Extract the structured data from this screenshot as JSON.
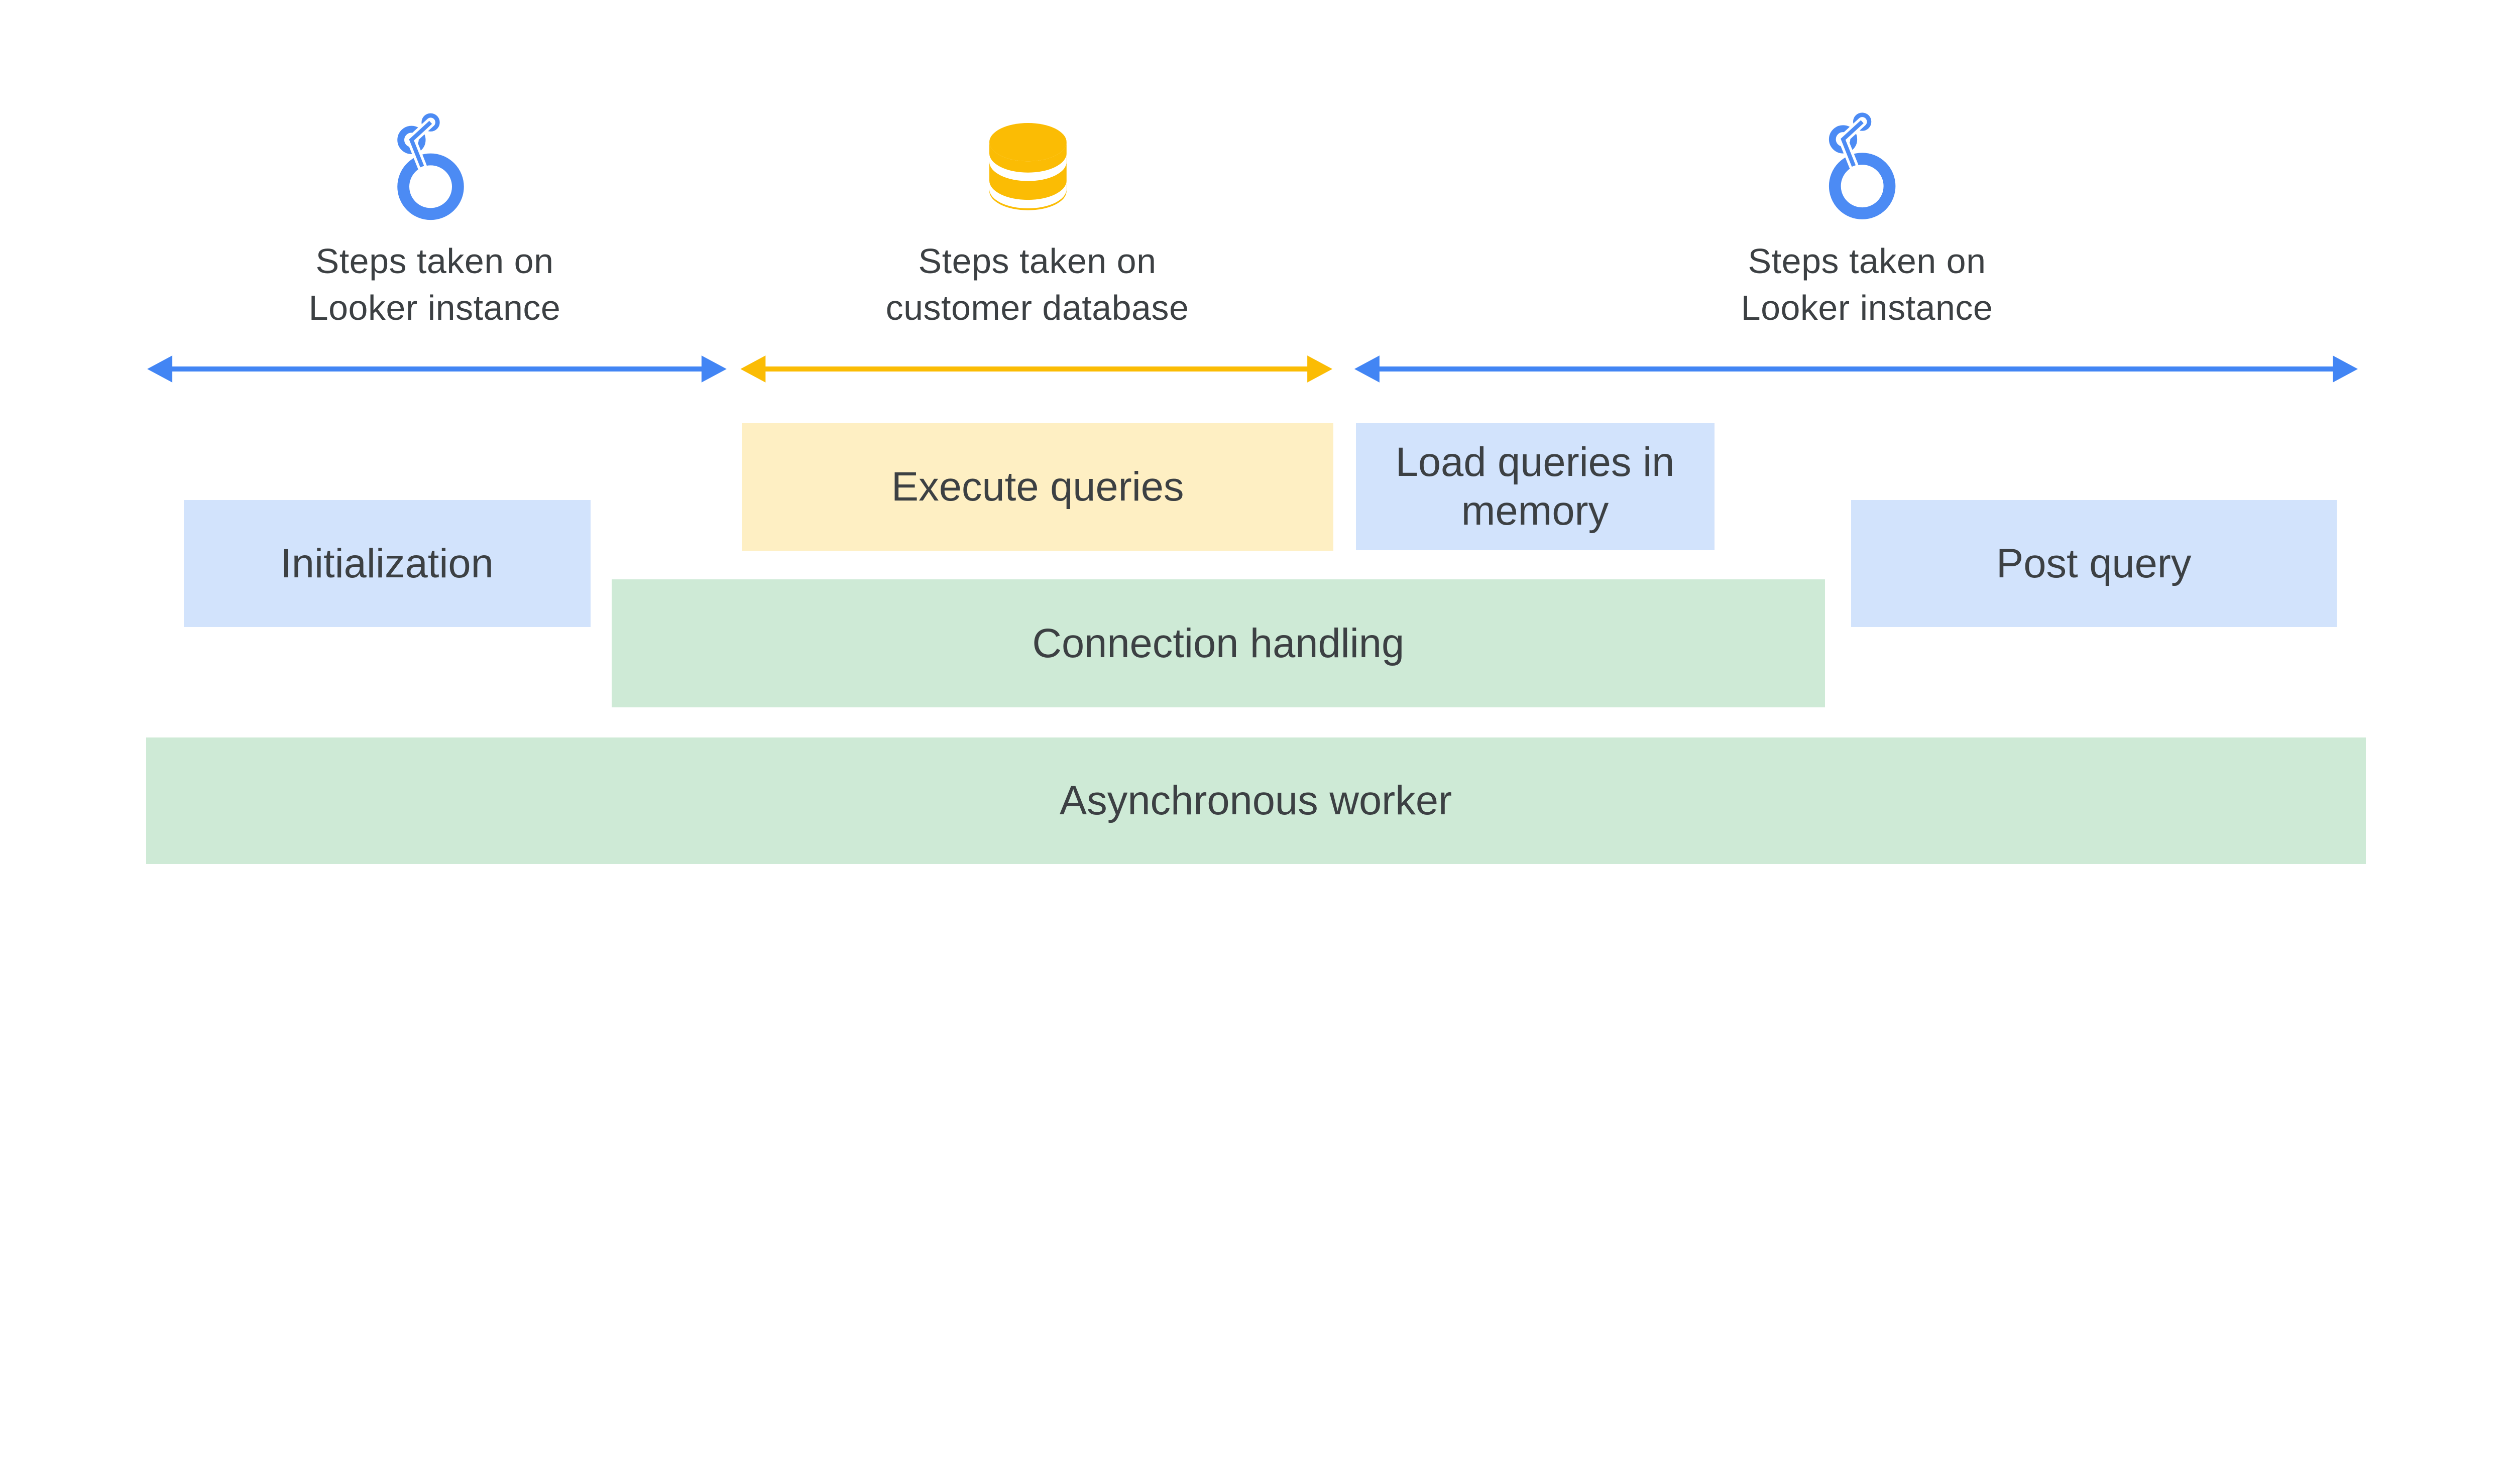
{
  "background": "#ffffff",
  "palette": {
    "arrow_blue": "#4285f4",
    "looker_icon_blue": "#4c8bf4",
    "database_icon_yellow": "#fbbc04",
    "arrow_yellow": "#fbbc04",
    "box_blue_fill": "#d2e3fc",
    "box_yellow_fill": "#feefc3",
    "box_green_fill": "#ceead6",
    "text_color": "#3c4043"
  },
  "sections": [
    {
      "icon": "looker-logo-icon",
      "label_line1": "Steps taken on",
      "label_line2": "Looker instance"
    },
    {
      "icon": "database-icon",
      "label_line1": "Steps taken on",
      "label_line2": "customer database"
    },
    {
      "icon": "looker-logo-icon",
      "label_line1": "Steps taken on",
      "label_line2": "Looker instance"
    }
  ],
  "boxes": {
    "initialization": "Initialization",
    "execute_queries": "Execute queries",
    "load_queries": "Load queries in memory",
    "post_query": "Post query",
    "connection_handling": "Connection handling",
    "asynchronous_worker": "Asynchronous worker"
  }
}
